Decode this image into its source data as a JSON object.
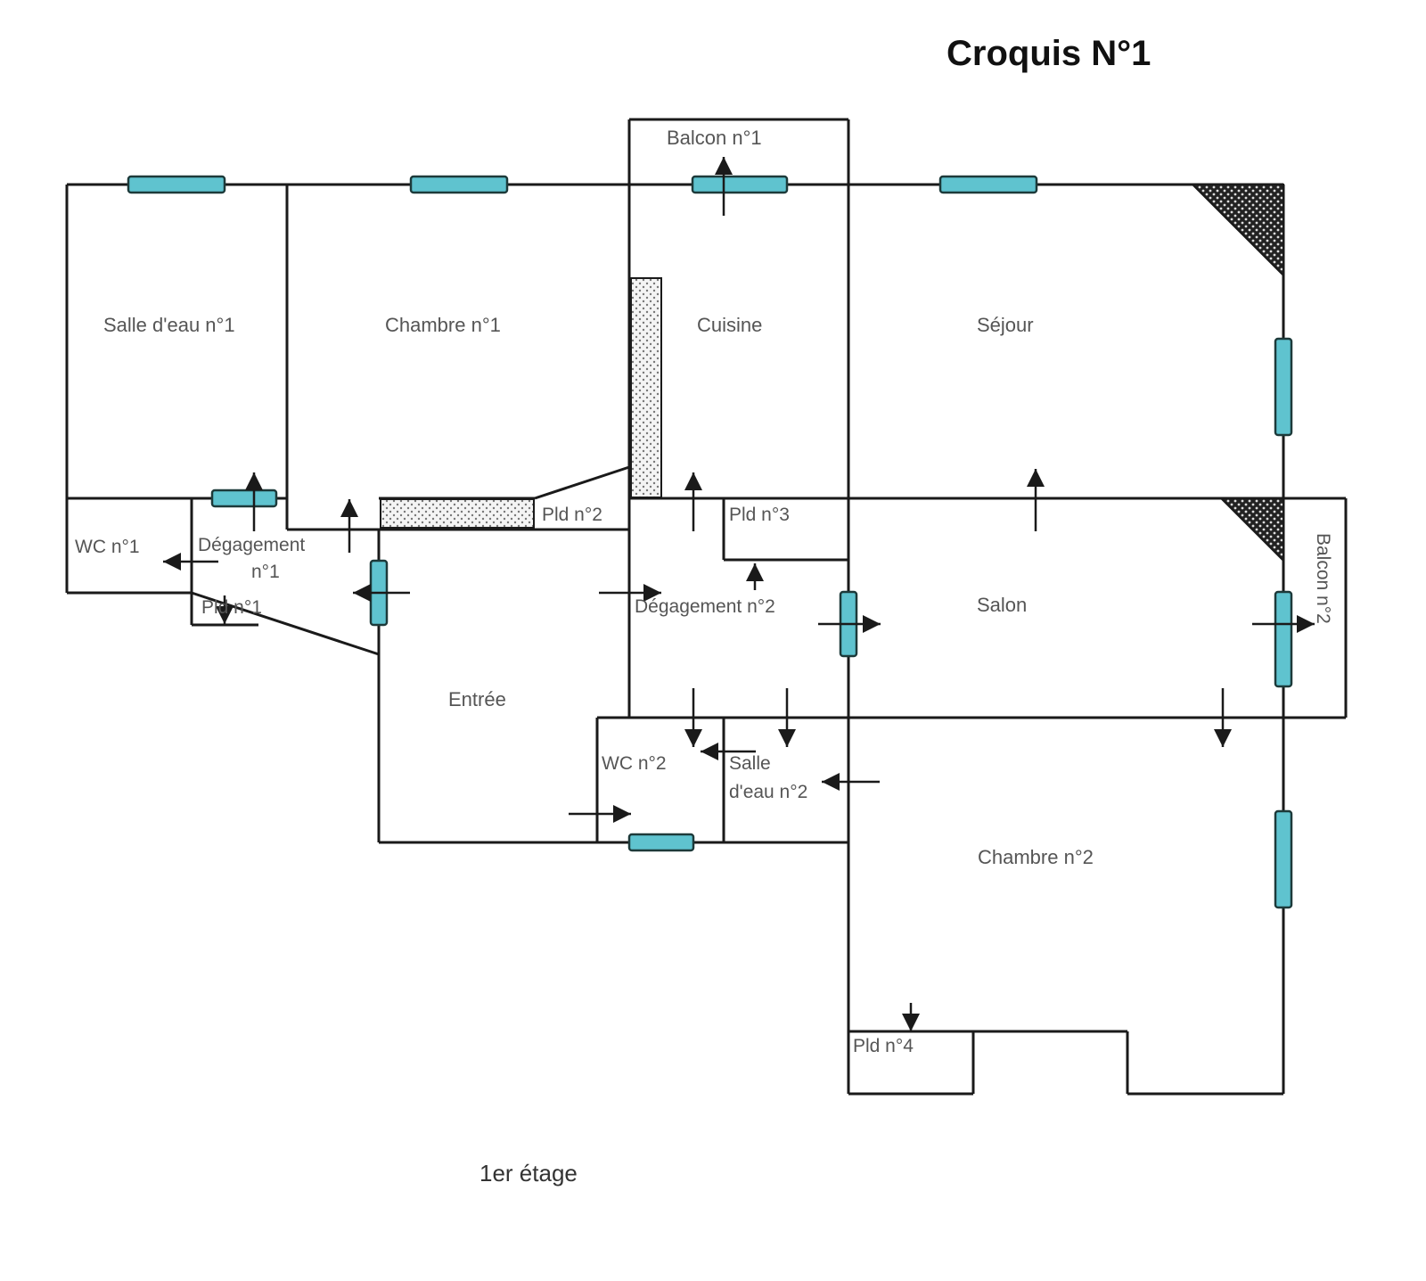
{
  "title": "Croquis N°1",
  "floor_label": "1er étage",
  "colors": {
    "window": "#5fc3cf",
    "wall": "#1a1a1a",
    "text": "#555555"
  },
  "rooms": {
    "salle_deau_1": "Salle d'eau n°1",
    "chambre_1": "Chambre n°1",
    "cuisine": "Cuisine",
    "sejour": "Séjour",
    "balcon_1": "Balcon n°1",
    "wc_1": "WC n°1",
    "degagement_1_line1": "Dégagement",
    "degagement_1_line2": "n°1",
    "placard_1": "Pld n°1",
    "placard_2": "Pld n°2",
    "placard_3": "Pld n°3",
    "degagement_2": "Dégagement n°2",
    "salon": "Salon",
    "balcon_2": "Balcon n°2",
    "entree": "Entrée",
    "wc_2": "WC n°2",
    "salle_deau_2_line1": "Salle",
    "salle_deau_2_line2": "d'eau n°2",
    "chambre_2": "Chambre n°2",
    "placard_4": "Pld n°4"
  }
}
